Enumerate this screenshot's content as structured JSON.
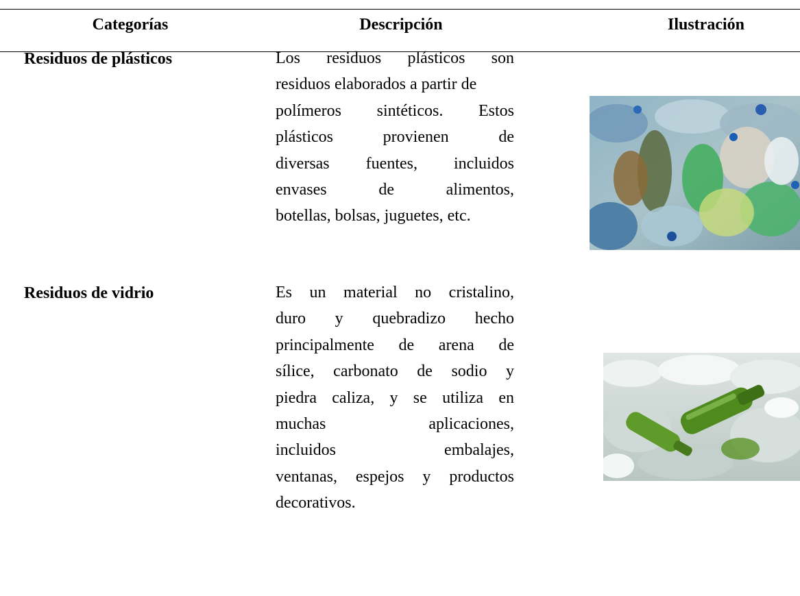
{
  "table": {
    "headers": {
      "category": "Categorías",
      "description": "Descripción",
      "illustration": "Ilustración"
    },
    "rows": [
      {
        "category": "Residuos de plásticos",
        "description_lines": [
          "Los residuos plásticos son",
          "residuos elaborados a partir de",
          "polímeros sintéticos. Estos",
          "plásticos provienen de",
          "diversas fuentes, incluidos",
          "envases de alimentos,",
          "botellas, bolsas, juguetes, etc."
        ],
        "illustration_icon": "plastic-bottles-photo"
      },
      {
        "category": "Residuos de vidrio",
        "description_lines": [
          "Es un material no cristalino,",
          "duro y quebradizo hecho",
          "principalmente de arena de",
          "sílice, carbonato de sodio y",
          "piedra caliza, y se utiliza en",
          "muchas aplicaciones,",
          "incluidos embalajes,",
          "ventanas, espejos y productos",
          "decorativos."
        ],
        "illustration_icon": "glass-bottles-photo"
      }
    ]
  },
  "colors": {
    "text": "#000000",
    "rule": "#000000",
    "background": "#ffffff"
  }
}
